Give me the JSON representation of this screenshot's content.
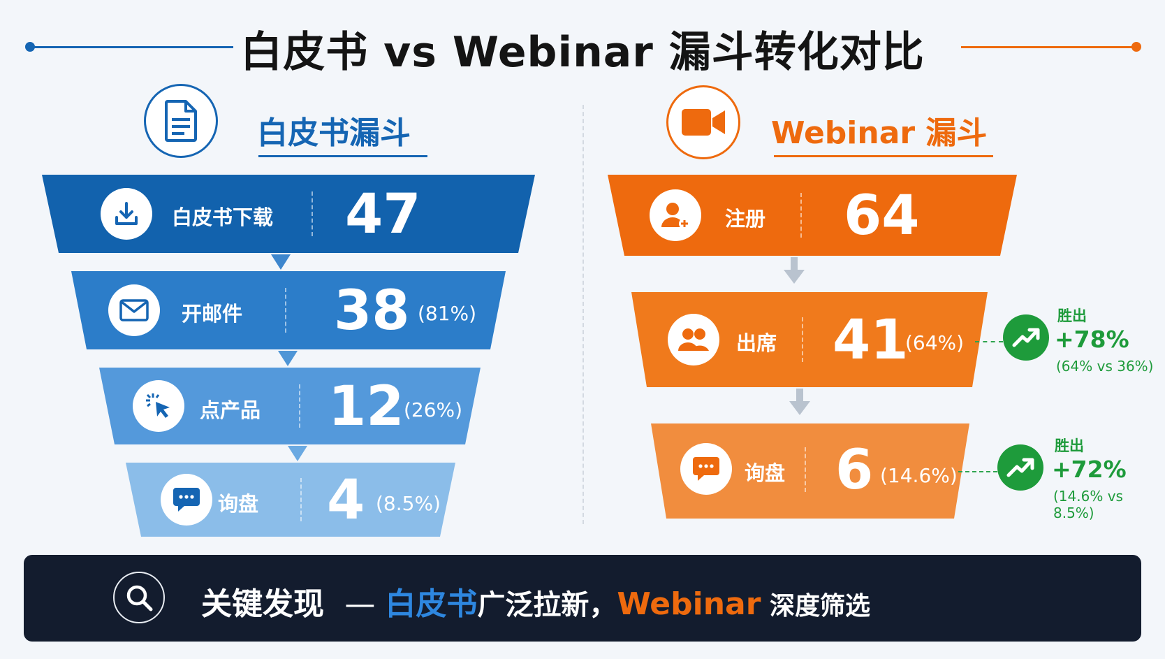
{
  "title": "白皮书 vs Webinar 漏斗转化对比",
  "colors": {
    "blue": "#1565b3",
    "orange": "#ee6a0e",
    "green": "#1e9b3b",
    "banner_bg": "#131c2e"
  },
  "left": {
    "title": "白皮书漏斗",
    "icon": "document-icon",
    "stages": [
      {
        "label": "白皮书下载",
        "value": "47",
        "pct": "",
        "icon": "download-icon"
      },
      {
        "label": "开邮件",
        "value": "38",
        "pct": "(81%)",
        "icon": "envelope-icon"
      },
      {
        "label": "点产品",
        "value": "12",
        "pct": "(26%)",
        "icon": "cursor-click-icon"
      },
      {
        "label": "询盘",
        "value": "4",
        "pct": "(8.5%)",
        "icon": "chat-bubble-icon"
      }
    ]
  },
  "right": {
    "title": "Webinar 漏斗",
    "icon": "video-camera-icon",
    "stages": [
      {
        "label": "注册",
        "value": "64",
        "pct": "",
        "icon": "user-add-icon"
      },
      {
        "label": "出席",
        "value": "41",
        "pct": "(64%)",
        "icon": "users-icon"
      },
      {
        "label": "询盘",
        "value": "6",
        "pct": "(14.6%)",
        "icon": "chat-bubble-icon"
      }
    ],
    "wins": [
      {
        "label": "胜出",
        "value": "+78%",
        "detail": "(64% vs 36%)"
      },
      {
        "label": "胜出",
        "value": "+72%",
        "detail": "(14.6% vs 8.5%)"
      }
    ]
  },
  "banner": {
    "heading": "关键发现",
    "dash": "—",
    "part1": "白皮书",
    "part2": "广泛拉新，",
    "part3": "Webinar",
    "part4": " 深度筛选"
  }
}
